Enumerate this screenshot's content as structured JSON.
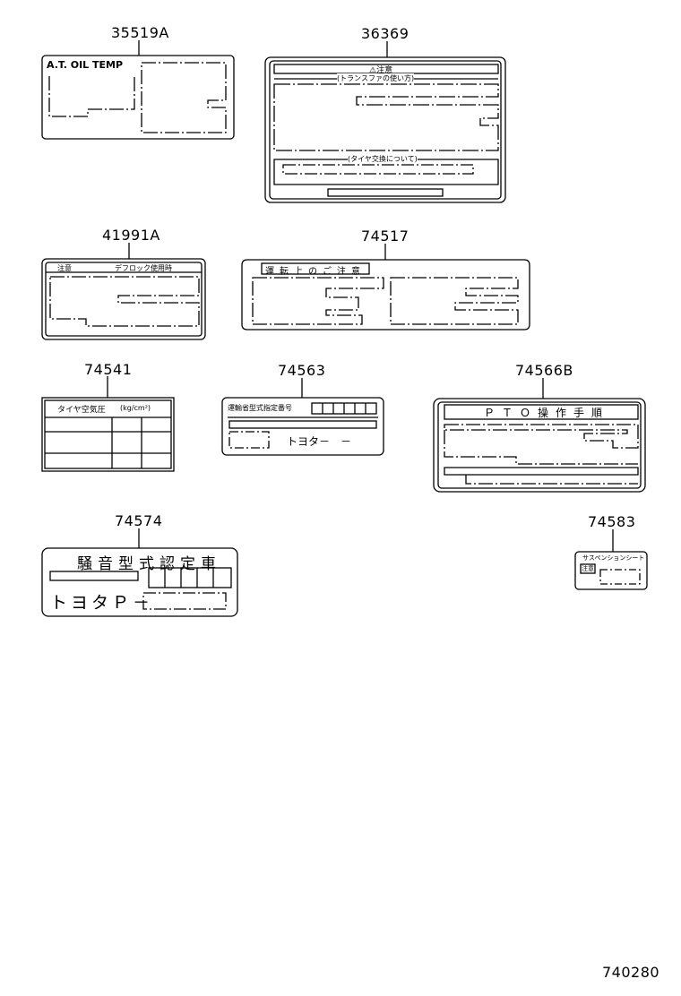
{
  "diagram_code": "740280",
  "parts": {
    "p35519a": {
      "number": "35519A",
      "label_text": "A.T. OIL TEMP"
    },
    "p36369": {
      "number": "36369",
      "title": "⚠注意",
      "subtitle1": "(トランスファの使い方)",
      "subtitle2": "(タイヤ交換について)"
    },
    "p41991a": {
      "number": "41991A",
      "tag": "注意",
      "title": "デフロック使用時"
    },
    "p74517": {
      "number": "74517",
      "title": "運転上のご注意"
    },
    "p74541": {
      "number": "74541",
      "title": "タイヤ空気圧",
      "unit": "(kg/cm²)"
    },
    "p74563": {
      "number": "74563",
      "title": "運輸省型式指定番号",
      "maker": "トヨタ－　－"
    },
    "p74566b": {
      "number": "74566B",
      "title": "ＰＴＯ操作手順"
    },
    "p74574": {
      "number": "74574",
      "title": "騒音型式認定車",
      "maker": "トヨタＰ－"
    },
    "p74583": {
      "number": "74583",
      "title": "サスペンションシート",
      "tag": "注意"
    }
  }
}
